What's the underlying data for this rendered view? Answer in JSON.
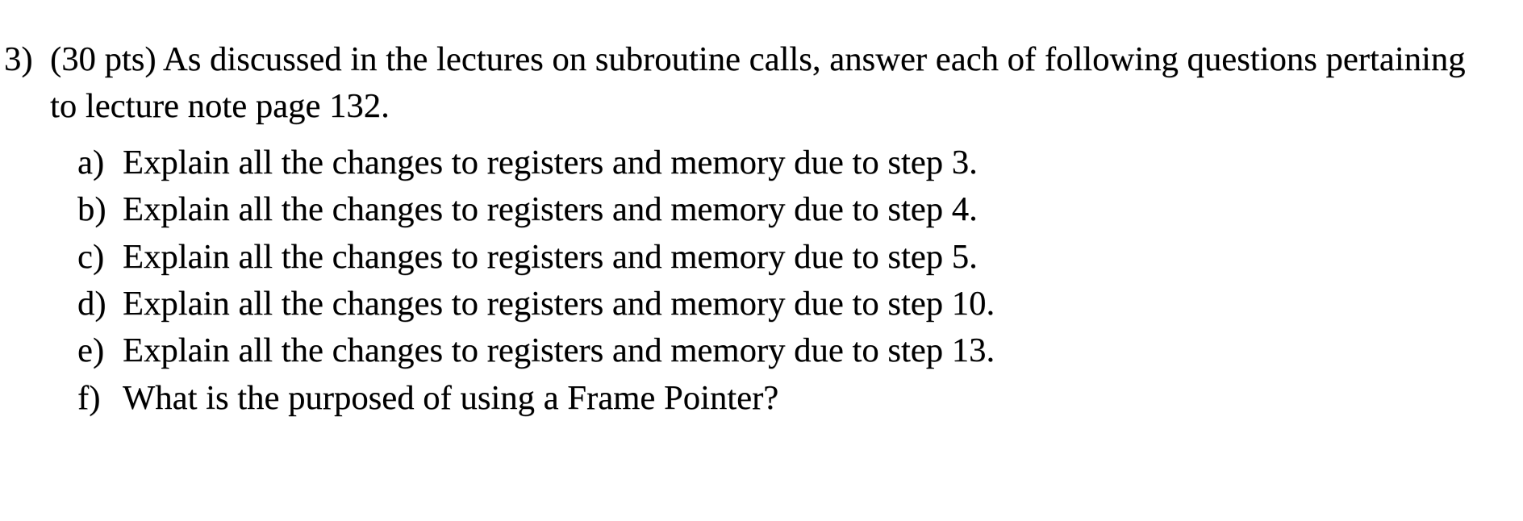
{
  "document": {
    "type": "exam-question",
    "question_number": "3)",
    "points": "30 pts",
    "intro_line1": "(30 pts) As discussed in the lectures on subroutine calls, answer each of following questions pertaining",
    "intro_line2": "to lecture note page 132.",
    "items": [
      {
        "label": "a)",
        "text": "Explain all the changes to registers and memory due to step 3."
      },
      {
        "label": "b)",
        "text": "Explain all the changes to registers and memory due to step 4."
      },
      {
        "label": "c)",
        "text": "Explain all the changes to registers and memory due to step 5."
      },
      {
        "label": "d)",
        "text": "Explain all the changes to registers and memory due to step 10."
      },
      {
        "label": "e)",
        "text": "Explain all the changes to registers and memory due to step 13."
      },
      {
        "label": "f)",
        "text": "What is the purposed of using a Frame Pointer?"
      }
    ],
    "colors": {
      "background": "#ffffff",
      "text": "#000000"
    }
  }
}
